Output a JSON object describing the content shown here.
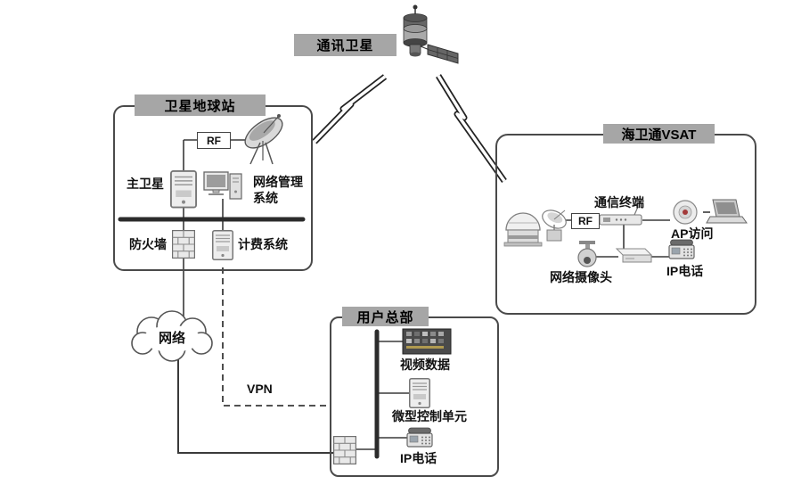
{
  "satellite": {
    "label": "通讯卫星"
  },
  "earth_station": {
    "title": "卫星地球站",
    "rf": "RF",
    "main_satellite": "主卫星",
    "nms_line1": "网络管理",
    "nms_line2": "系统",
    "firewall": "防火墙",
    "billing": "计费系统"
  },
  "cloud": {
    "label": "网络"
  },
  "vpn": {
    "label": "VPN"
  },
  "user_hq": {
    "title": "用户总部",
    "video_data": "视频数据",
    "mcu": "微型控制单元",
    "ip_phone": "IP电话"
  },
  "vsat": {
    "title": "海卫通VSAT",
    "comm_terminal": "通信终端",
    "rf": "RF",
    "ap_access": "AP访问",
    "ip_phone": "IP电话",
    "camera": "网络摄像头"
  },
  "icons": {
    "satellite": "communication-satellite-icon",
    "dish": "satellite-dish-icon",
    "server": "server-icon",
    "computer": "management-computer-icon",
    "firewall": "firewall-brick-icon",
    "cloud": "network-cloud-icon",
    "lightning": "rf-link-bolt-icon",
    "radome": "radome-antenna-icon",
    "vsat_dish": "vsat-dish-icon",
    "modem": "comm-terminal-modem-icon",
    "wireless_ap": "wireless-ap-icon",
    "laptop": "laptop-icon",
    "ip_phone": "ip-phone-icon",
    "camera": "network-camera-icon",
    "switch": "switch-icon",
    "video_card": "video-capture-card-icon"
  },
  "colors": {
    "label_bg": "#a6a6a6",
    "line": "#3a3a3a",
    "box_border": "#4a4a4a"
  }
}
